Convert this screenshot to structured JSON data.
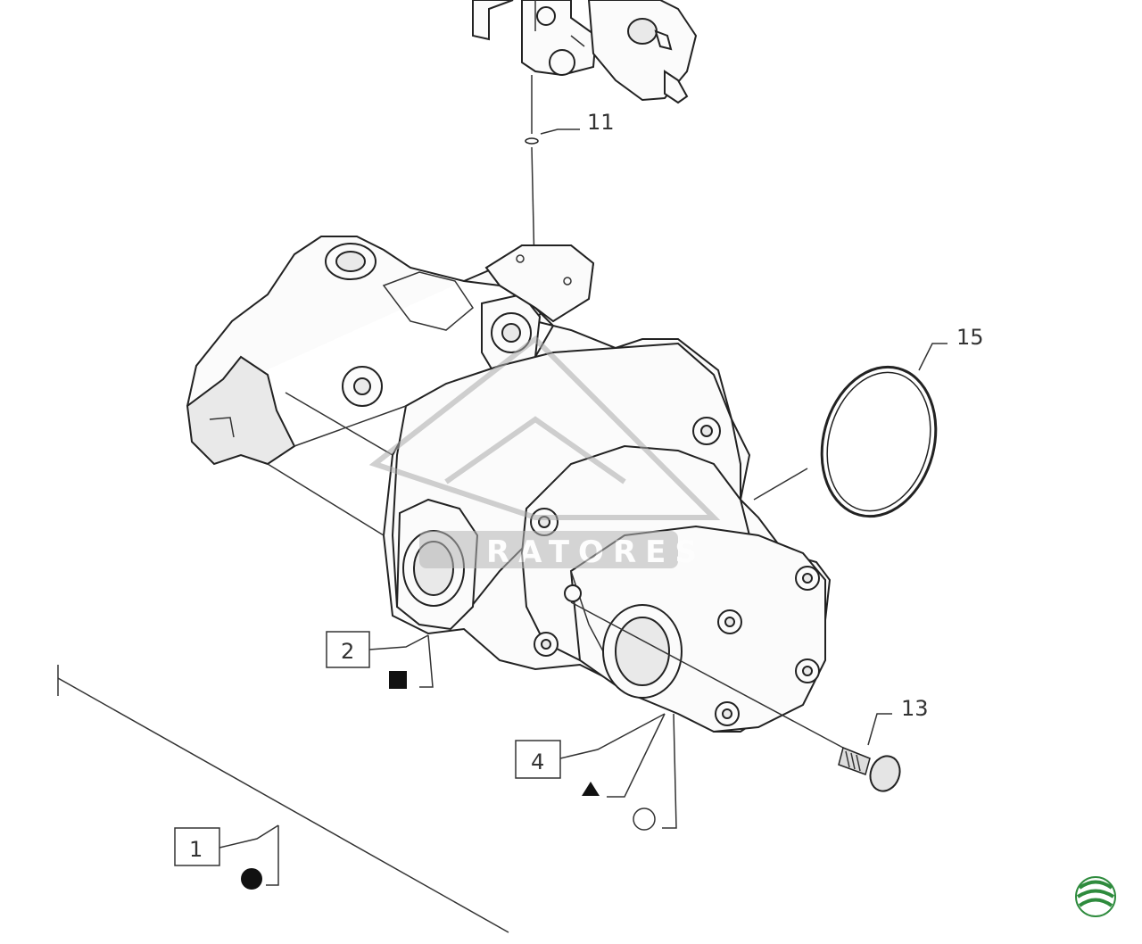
{
  "diagram": {
    "callouts": {
      "c11": "11",
      "c15": "15",
      "c13": "13",
      "c2": "2",
      "c4": "4",
      "c1": "1"
    },
    "symbols": {
      "part2": "square",
      "part4": [
        "triangle",
        "circle"
      ],
      "part1": "filled-circle"
    },
    "watermark": {
      "text": "RATORES"
    },
    "logo": {
      "icon": "leaf-stripes-logo",
      "color": "#2e8b3d"
    }
  }
}
